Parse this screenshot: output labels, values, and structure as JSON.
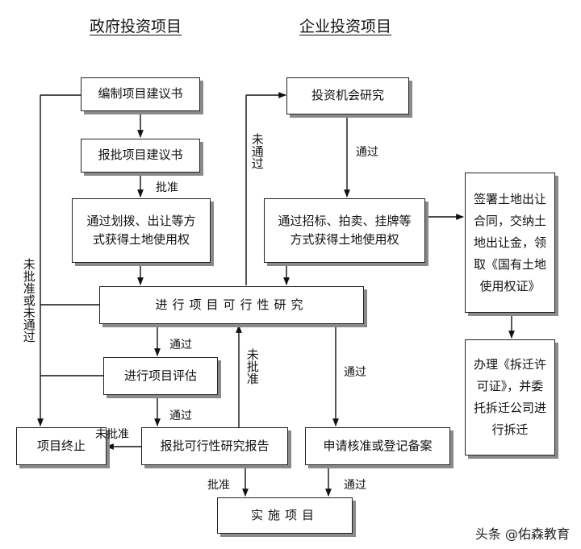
{
  "headings": {
    "government": "政府投资项目",
    "enterprise": "企业投资项目"
  },
  "boxes": {
    "compile_proposal": "编制项目建议书",
    "submit_proposal": "报批项目建议书",
    "gov_land": "通过划拨、出让等方式获得土地使用权",
    "opportunity_study": "投资机会研究",
    "ent_land": "通过招标、拍卖、挂牌等方式获得土地使用权",
    "sign_contract": "签署土地出让合同，交纳土地出让金，领取《国有土地使用权证》",
    "demolition": "办理《拆迁许可证》，并委托拆迁公司进行拆迁",
    "feasibility_study": "进行项目可行性研究",
    "project_evaluation": "进行项目评估",
    "submit_feasibility": "报批可行性研究报告",
    "project_terminated": "项目终止",
    "apply_approval": "申请核准或登记备案",
    "implement_project": "实施项目"
  },
  "labels": {
    "approved_1": "批准",
    "passed_opportunity": "通过",
    "not_passed_vertical": "未通过",
    "not_approved_or_not_passed": "未批准或未通过",
    "passed_to_evaluation": "通过",
    "passed_to_submit": "通过",
    "not_approved_vertical": "未批准",
    "not_approved_to_terminate": "未批准",
    "passed_to_apply": "通过",
    "approved_to_implement": "批准",
    "passed_to_implement": "通过"
  },
  "watermark": "头条 @佑森教育"
}
